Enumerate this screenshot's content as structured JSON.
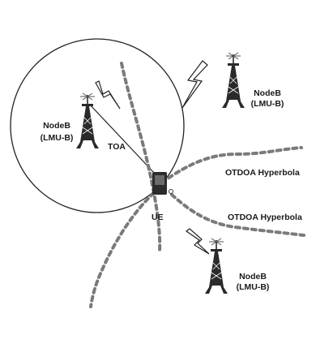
{
  "labels": {
    "toa": "TOA",
    "ue": "UE",
    "hyperbola_1": "OTDOA Hyperbola",
    "hyperbola_2": "OTDOA Hyperbola"
  },
  "nodes": [
    {
      "line1": "NodeB",
      "line2": "(LMU-B)"
    },
    {
      "line1": "NodeB",
      "line2": "(LMU-B)"
    },
    {
      "line1": "NodeB",
      "line2": "(LMU-B)"
    }
  ]
}
